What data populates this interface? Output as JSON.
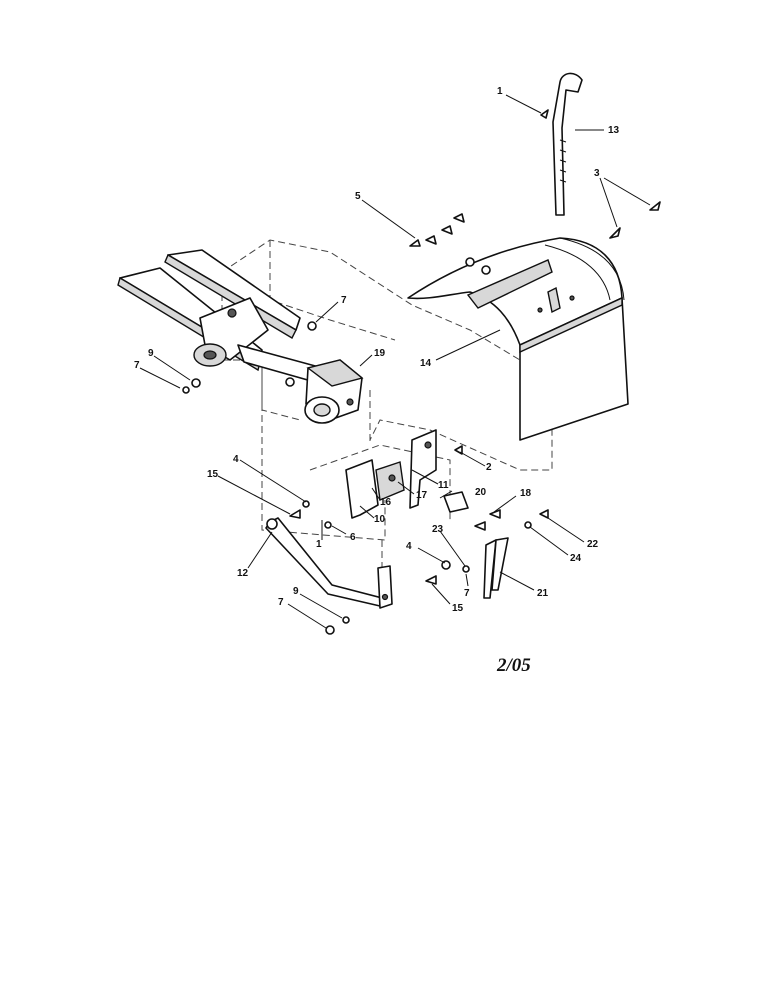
{
  "revision": "2/05",
  "callouts": [
    {
      "id": "c1a",
      "text": "1"
    },
    {
      "id": "c13",
      "text": "13"
    },
    {
      "id": "c3",
      "text": "3"
    },
    {
      "id": "c5",
      "text": "5"
    },
    {
      "id": "c7a",
      "text": "7"
    },
    {
      "id": "c9a",
      "text": "9"
    },
    {
      "id": "c7b",
      "text": "7"
    },
    {
      "id": "c19",
      "text": "19"
    },
    {
      "id": "c14",
      "text": "14"
    },
    {
      "id": "c2",
      "text": "2"
    },
    {
      "id": "c11",
      "text": "11"
    },
    {
      "id": "c4a",
      "text": "4"
    },
    {
      "id": "c15a",
      "text": "15"
    },
    {
      "id": "c17",
      "text": "17"
    },
    {
      "id": "c16",
      "text": "16"
    },
    {
      "id": "c20",
      "text": "20"
    },
    {
      "id": "c18",
      "text": "18"
    },
    {
      "id": "c10",
      "text": "10"
    },
    {
      "id": "c1b",
      "text": "1"
    },
    {
      "id": "c6",
      "text": "6"
    },
    {
      "id": "c12",
      "text": "12"
    },
    {
      "id": "c23",
      "text": "23"
    },
    {
      "id": "c4b",
      "text": "4"
    },
    {
      "id": "c22",
      "text": "22"
    },
    {
      "id": "c24",
      "text": "24"
    },
    {
      "id": "c7c",
      "text": "7"
    },
    {
      "id": "c21",
      "text": "21"
    },
    {
      "id": "c15b",
      "text": "15"
    },
    {
      "id": "c9b",
      "text": "9"
    },
    {
      "id": "c7d",
      "text": "7"
    }
  ]
}
